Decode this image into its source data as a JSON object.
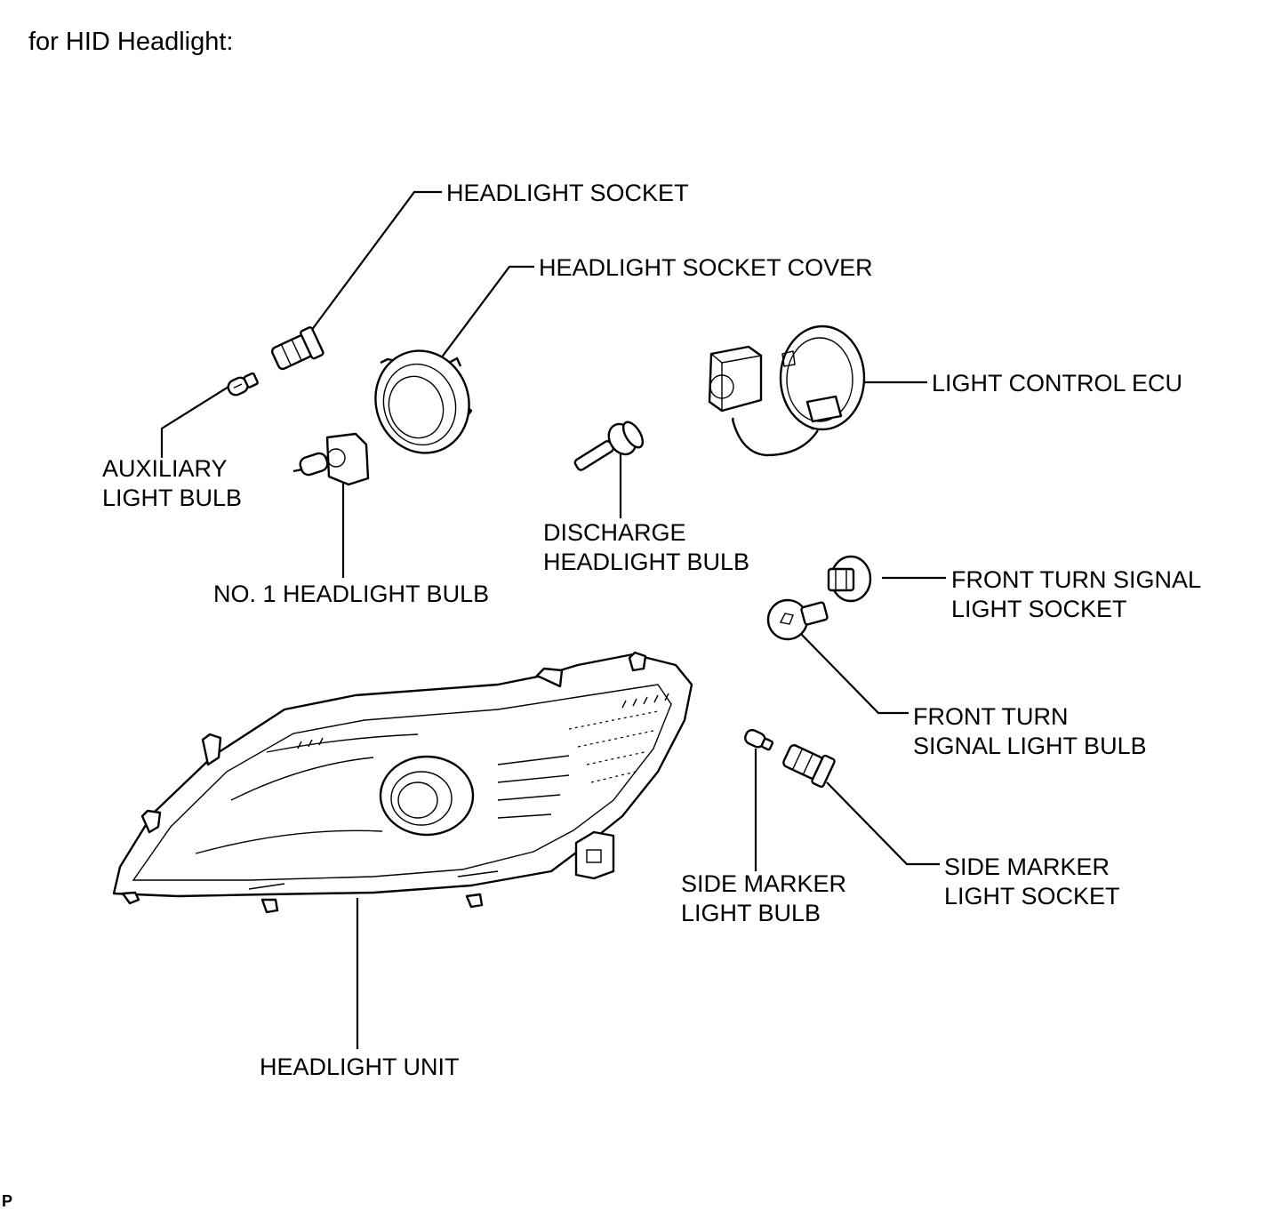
{
  "title": "for HID Headlight:",
  "corner_mark": "P",
  "labels": {
    "headlight_socket": [
      "HEADLIGHT SOCKET"
    ],
    "headlight_socket_cover": [
      "HEADLIGHT SOCKET COVER"
    ],
    "light_control_ecu": [
      "LIGHT CONTROL ECU"
    ],
    "auxiliary_light_bulb": [
      "AUXILIARY",
      "LIGHT BULB"
    ],
    "discharge_headlight_bulb": [
      "DISCHARGE",
      "HEADLIGHT BULB"
    ],
    "no1_headlight_bulb": [
      "NO. 1 HEADLIGHT BULB"
    ],
    "front_turn_signal_light_socket": [
      "FRONT TURN SIGNAL",
      "LIGHT SOCKET"
    ],
    "front_turn_signal_light_bulb": [
      "FRONT TURN",
      "SIGNAL LIGHT BULB"
    ],
    "side_marker_light_bulb": [
      "SIDE MARKER",
      "LIGHT BULB"
    ],
    "side_marker_light_socket": [
      "SIDE MARKER",
      "LIGHT SOCKET"
    ],
    "headlight_unit": [
      "HEADLIGHT UNIT"
    ]
  }
}
